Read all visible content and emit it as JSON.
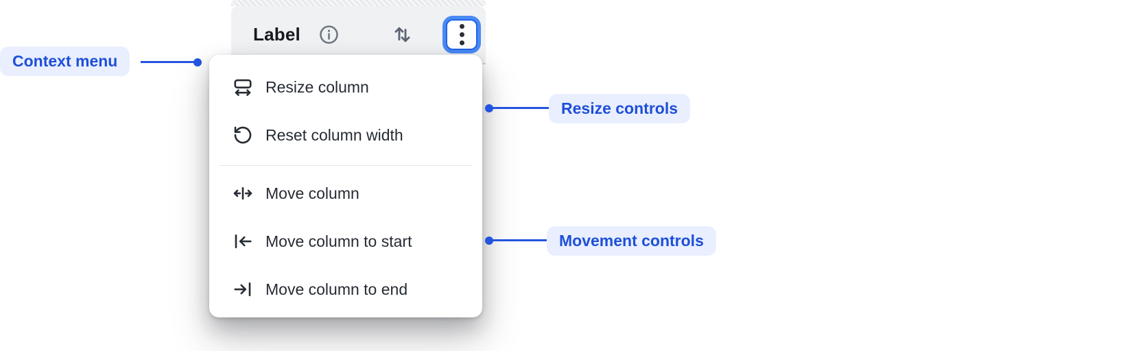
{
  "header": {
    "label": "Label",
    "icons": {
      "info": "info-icon",
      "sort": "sort-arrows-icon",
      "menu": "kebab-menu-icon"
    }
  },
  "menu": {
    "groups": [
      {
        "name": "resize",
        "items": [
          {
            "icon": "resize-column-icon",
            "label": "Resize column"
          },
          {
            "icon": "reset-column-width-icon",
            "label": "Reset column width"
          }
        ]
      },
      {
        "name": "movement",
        "items": [
          {
            "icon": "move-column-icon",
            "label": "Move column"
          },
          {
            "icon": "move-column-start-icon",
            "label": "Move column to start"
          },
          {
            "icon": "move-column-end-icon",
            "label": "Move column to end"
          }
        ]
      }
    ]
  },
  "annotations": {
    "context_menu": "Context menu",
    "resize_controls": "Resize controls",
    "movement_controls": "Movement controls"
  },
  "colors": {
    "annotation_text": "#1d4fd8",
    "annotation_line": "#2254df",
    "annotation_bg": "#e9efff",
    "focus_ring": "#4a8af5",
    "focus_ring_border": "#2165e8",
    "header_bg": "#f0f1f3",
    "header_border": "#d2d6db",
    "menu_bg": "#ffffff",
    "menu_text": "#262b33",
    "divider": "#e4e6ea",
    "icon_gray": "#5b6470"
  }
}
